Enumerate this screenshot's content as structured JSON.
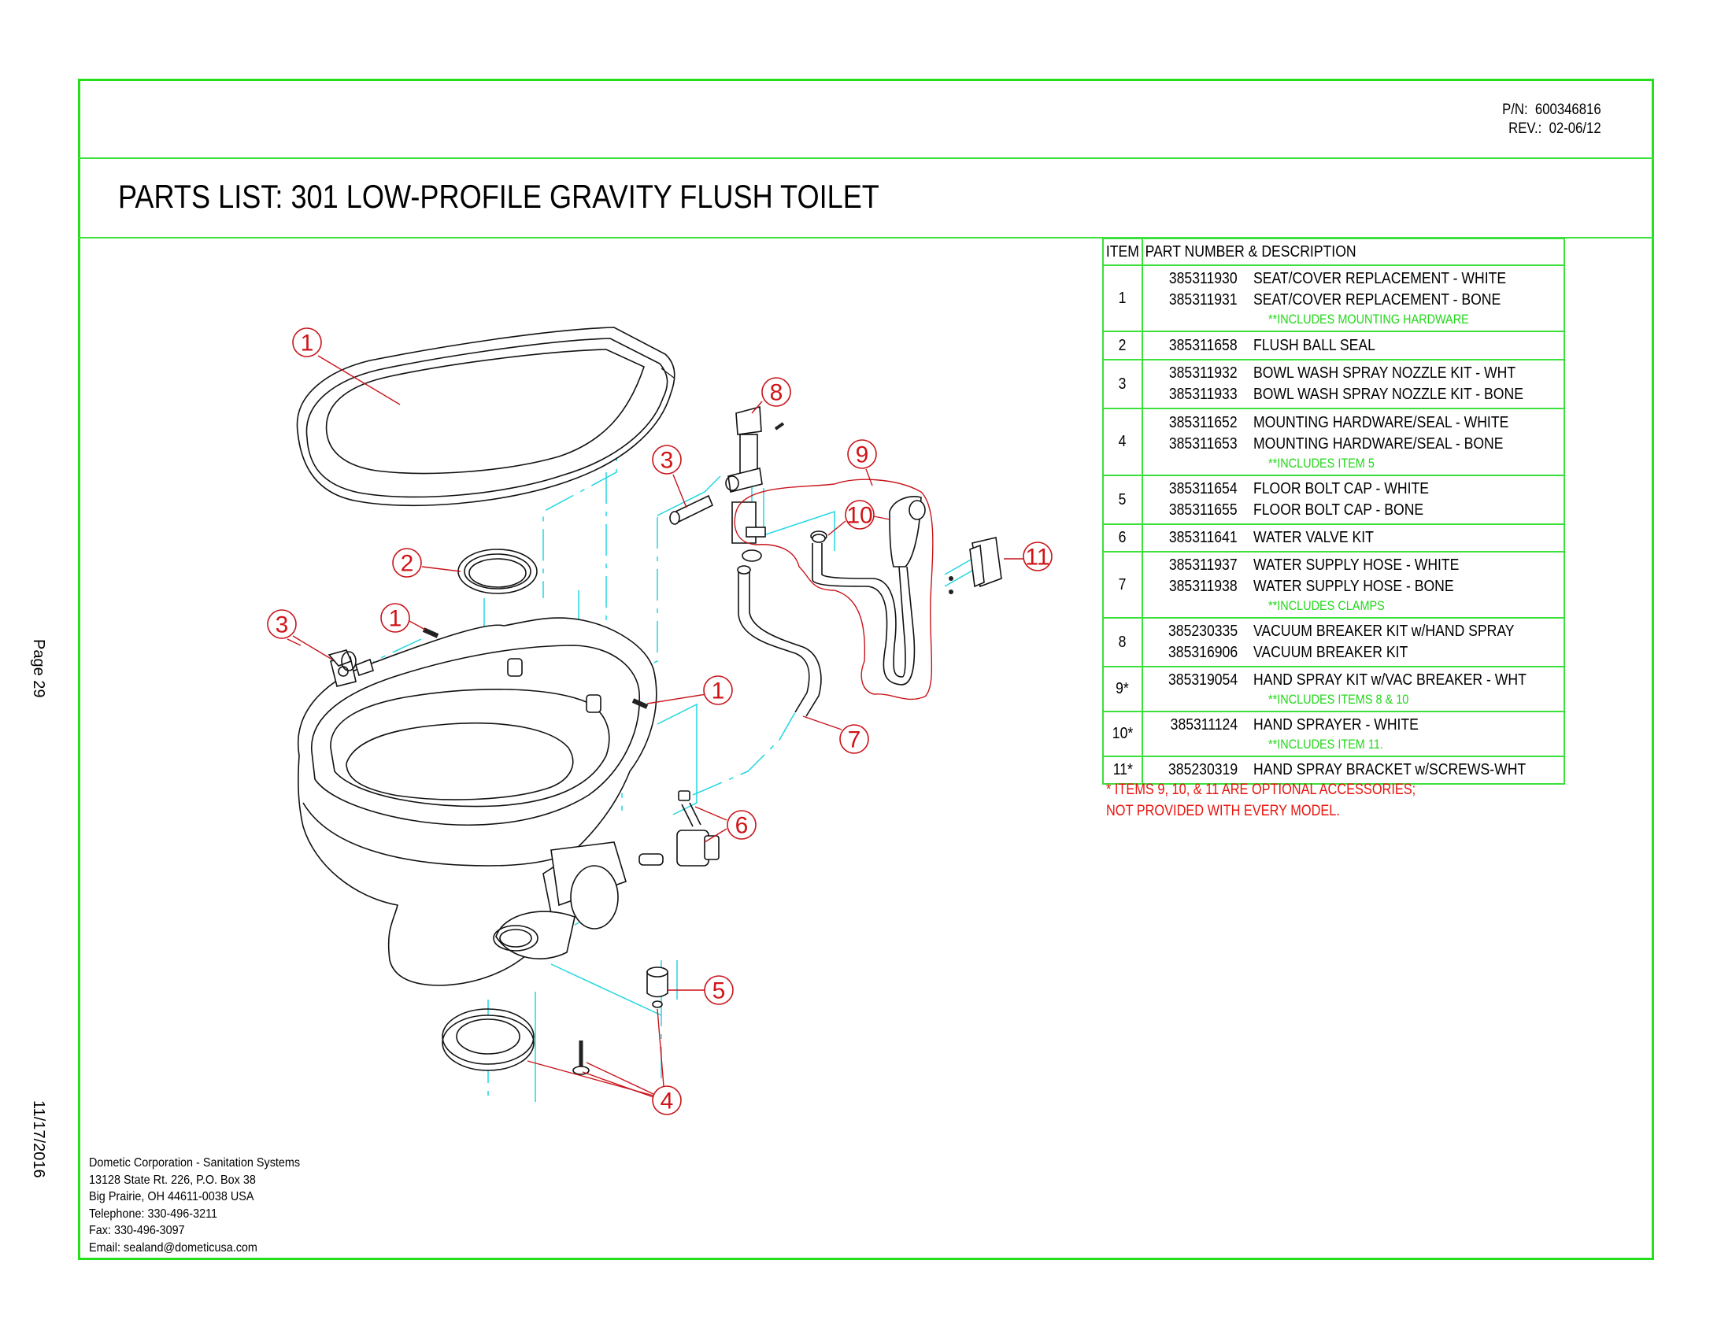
{
  "header": {
    "part_number_label": "P/N:",
    "part_number": "600346816",
    "revision_label": "REV.:",
    "revision": "02-06/12",
    "title": "PARTS LIST:  301 LOW-PROFILE GRAVITY FLUSH TOILET"
  },
  "margin": {
    "page": "Page 29",
    "date": "11/17/2016"
  },
  "table": {
    "headers": [
      "ITEM",
      "PART NUMBER & DESCRIPTION"
    ],
    "rows": [
      {
        "item": "1",
        "parts": [
          {
            "number": "385311930",
            "description": "SEAT/COVER REPLACEMENT - WHITE"
          },
          {
            "number": "385311931",
            "description": "SEAT/COVER REPLACEMENT - BONE"
          }
        ],
        "note": "**INCLUDES MOUNTING HARDWARE"
      },
      {
        "item": "2",
        "parts": [
          {
            "number": "385311658",
            "description": "FLUSH BALL SEAL"
          }
        ]
      },
      {
        "item": "3",
        "parts": [
          {
            "number": "385311932",
            "description": "BOWL WASH SPRAY NOZZLE KIT - WHT"
          },
          {
            "number": "385311933",
            "description": "BOWL WASH SPRAY NOZZLE KIT - BONE"
          }
        ]
      },
      {
        "item": "4",
        "parts": [
          {
            "number": "385311652",
            "description": "MOUNTING HARDWARE/SEAL - WHITE"
          },
          {
            "number": "385311653",
            "description": "MOUNTING HARDWARE/SEAL - BONE"
          }
        ],
        "note": "**INCLUDES ITEM 5"
      },
      {
        "item": "5",
        "parts": [
          {
            "number": "385311654",
            "description": "FLOOR BOLT CAP - WHITE"
          },
          {
            "number": "385311655",
            "description": "FLOOR BOLT CAP - BONE"
          }
        ]
      },
      {
        "item": "6",
        "parts": [
          {
            "number": "385311641",
            "description": "WATER VALVE KIT"
          }
        ]
      },
      {
        "item": "7",
        "parts": [
          {
            "number": "385311937",
            "description": "WATER SUPPLY HOSE - WHITE"
          },
          {
            "number": "385311938",
            "description": "WATER SUPPLY HOSE - BONE"
          }
        ],
        "note": "**INCLUDES CLAMPS"
      },
      {
        "item": "8",
        "parts": [
          {
            "number": "385230335",
            "description": "VACUUM BREAKER KIT w/HAND SPRAY"
          },
          {
            "number": "385316906",
            "description": "VACUUM BREAKER KIT"
          }
        ]
      },
      {
        "item": "9*",
        "parts": [
          {
            "number": "385319054",
            "description": "HAND SPRAY KIT w/VAC BREAKER - WHT"
          }
        ],
        "note": "**INCLUDES ITEMS 8 & 10"
      },
      {
        "item": "10*",
        "parts": [
          {
            "number": "385311124",
            "description": "HAND SPRAYER - WHITE"
          }
        ],
        "note": "**INCLUDES ITEM 11."
      },
      {
        "item": "11*",
        "parts": [
          {
            "number": "385230319",
            "description": "HAND SPRAY BRACKET w/SCREWS-WHT"
          }
        ]
      }
    ]
  },
  "footnote": {
    "line1": "* ITEMS 9, 10, & 11 ARE OPTIONAL ACCESSORIES;",
    "line2": "NOT PROVIDED WITH EVERY MODEL."
  },
  "address": {
    "company": "Dometic Corporation - Sanitation Systems",
    "street": "13128 State Rt. 226, P.O. Box 38",
    "city": "Big Prairie, OH 44611-0038 USA",
    "telephone": "Telephone: 330-496-3211",
    "fax": "Fax: 330-496-3097",
    "email": "Email: sealand@dometicusa.com"
  },
  "diagram": {
    "callouts": [
      "1",
      "2",
      "1",
      "3",
      "1",
      "8",
      "3",
      "9",
      "10",
      "11",
      "7",
      "6",
      "5",
      "4"
    ]
  },
  "colors": {
    "frame": "#22e01a",
    "callout": "#d01418",
    "note": "#22d81a",
    "centerline": "#22d6e0"
  }
}
